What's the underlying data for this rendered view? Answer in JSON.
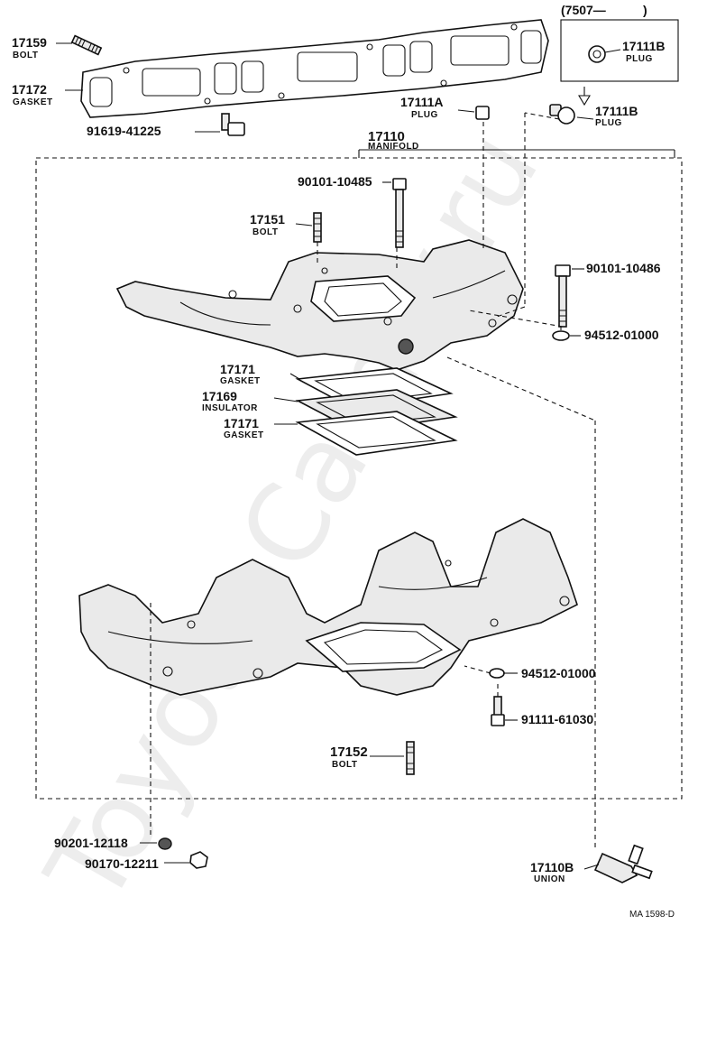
{
  "diagram": {
    "reference": "MA 1598-D",
    "watermark": "Toyota-Camry.ru",
    "inset_prefix": "(7507—",
    "inset_suffix": ")",
    "parts": [
      {
        "id": "p17159",
        "number": "17159",
        "name": "BOLT"
      },
      {
        "id": "p17172",
        "number": "17172",
        "name": "GASKET"
      },
      {
        "id": "p91619",
        "number": "91619-41225",
        "name": ""
      },
      {
        "id": "p17111A",
        "number": "17111A",
        "name": "PLUG"
      },
      {
        "id": "p17111Bi",
        "number": "17111B",
        "name": "PLUG"
      },
      {
        "id": "p17111B",
        "number": "17111B",
        "name": "PLUG"
      },
      {
        "id": "p17110",
        "number": "17110",
        "name": "MANIFOLD"
      },
      {
        "id": "p90101a",
        "number": "90101-10485",
        "name": ""
      },
      {
        "id": "p17151",
        "number": "17151",
        "name": "BOLT"
      },
      {
        "id": "p90101b",
        "number": "90101-10486",
        "name": ""
      },
      {
        "id": "p94512a",
        "number": "94512-01000",
        "name": ""
      },
      {
        "id": "p17171a",
        "number": "17171",
        "name": "GASKET"
      },
      {
        "id": "p17169",
        "number": "17169",
        "name": "INSULATOR"
      },
      {
        "id": "p17171b",
        "number": "17171",
        "name": "GASKET"
      },
      {
        "id": "p94512b",
        "number": "94512-01000",
        "name": ""
      },
      {
        "id": "p91111",
        "number": "91111-61030",
        "name": ""
      },
      {
        "id": "p17152",
        "number": "17152",
        "name": "BOLT"
      },
      {
        "id": "p90201",
        "number": "90201-12118",
        "name": ""
      },
      {
        "id": "p90170",
        "number": "90170-12211",
        "name": ""
      },
      {
        "id": "p17110B",
        "number": "17110B",
        "name": "UNION"
      }
    ]
  }
}
